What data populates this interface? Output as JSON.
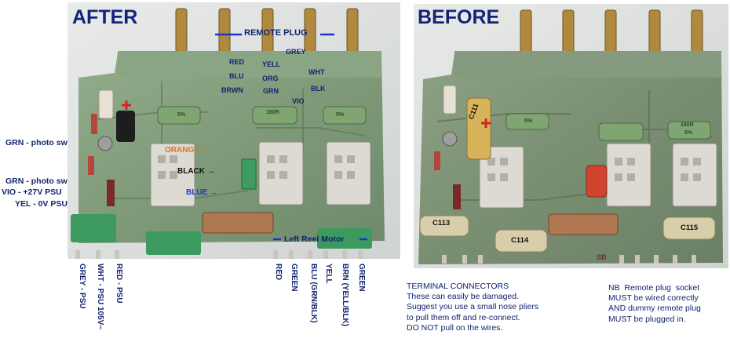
{
  "after_photo": {
    "heading": "AFTER",
    "remote_plug": "REMOTE PLUG",
    "plug_wires": [
      "GREY",
      "RED",
      "YELL",
      "BLU",
      "ORG",
      "WHT",
      "BRWN",
      "GRN",
      "BLK",
      "VIO"
    ],
    "arrows": {
      "orange": "ORANGE",
      "black": "BLACK",
      "blue": "BLUE"
    },
    "left_reel_motor": "Left Reel Motor",
    "left_side": [
      "GRN - photo sw",
      "GRN - photo sw",
      "VIO - +27V PSU",
      "YEL - 0V PSU"
    ],
    "bottom_left": [
      "GREY - PSU",
      "WHT - PSU 105V~",
      "RED - PSU"
    ],
    "bottom_right": [
      "RED",
      "GREEN",
      "BLU  (GRN/BLK)",
      "YELL",
      "BRN (YELL/BLK)",
      "GREEN"
    ],
    "resistor_codes": [
      "5%",
      "180R",
      "5%"
    ]
  },
  "before_photo": {
    "heading": "BEFORE",
    "capacitors": [
      "C111",
      "C113",
      "C114",
      "C115"
    ],
    "resistor_codes": [
      "5%",
      "180R",
      "5%"
    ],
    "board_mark": "SB"
  },
  "notes": {
    "terminal_connectors": "TERMINAL CONNECTORS\nThese can easily be damaged.\nSuggest you use a small nose pliers\nto pull them off and re-connect.\nDO NOT pull on the wires.",
    "remote_plug_note": "NB  Remote plug  socket\nMUST be wired correctly\nAND dummy remote plug\nMUST be plugged in."
  }
}
